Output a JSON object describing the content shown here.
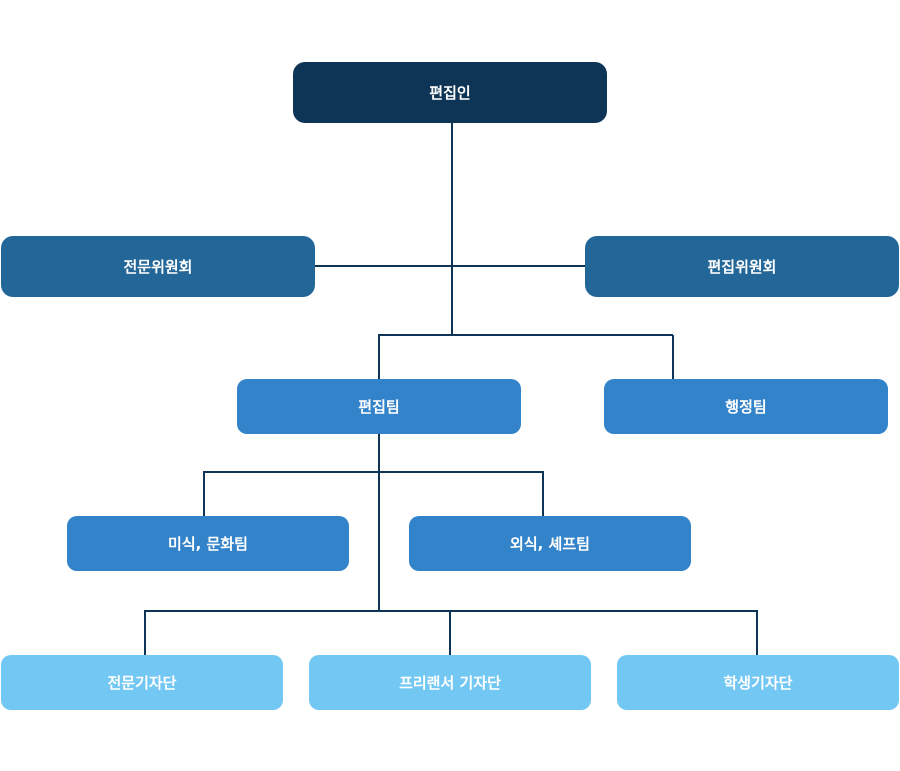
{
  "chart": {
    "root": {
      "label": "편집인"
    },
    "committees": [
      {
        "label": "전문위원회"
      },
      {
        "label": "편집위원회"
      }
    ],
    "teams": [
      {
        "label": "편집팀"
      },
      {
        "label": "행정팀"
      }
    ],
    "subteams": [
      {
        "label": "미식, 문화팀"
      },
      {
        "label": "외식, 셰프팀"
      }
    ],
    "reporter_groups": [
      {
        "label": "전문기자단"
      },
      {
        "label": "프리랜서 기자단"
      },
      {
        "label": "학생기자단"
      }
    ]
  },
  "colors": {
    "level_0": "#0f3556",
    "level_1": "#236698",
    "level_2": "#3283c9",
    "level_3": "#73c8f3",
    "connector": "#0f3556"
  }
}
